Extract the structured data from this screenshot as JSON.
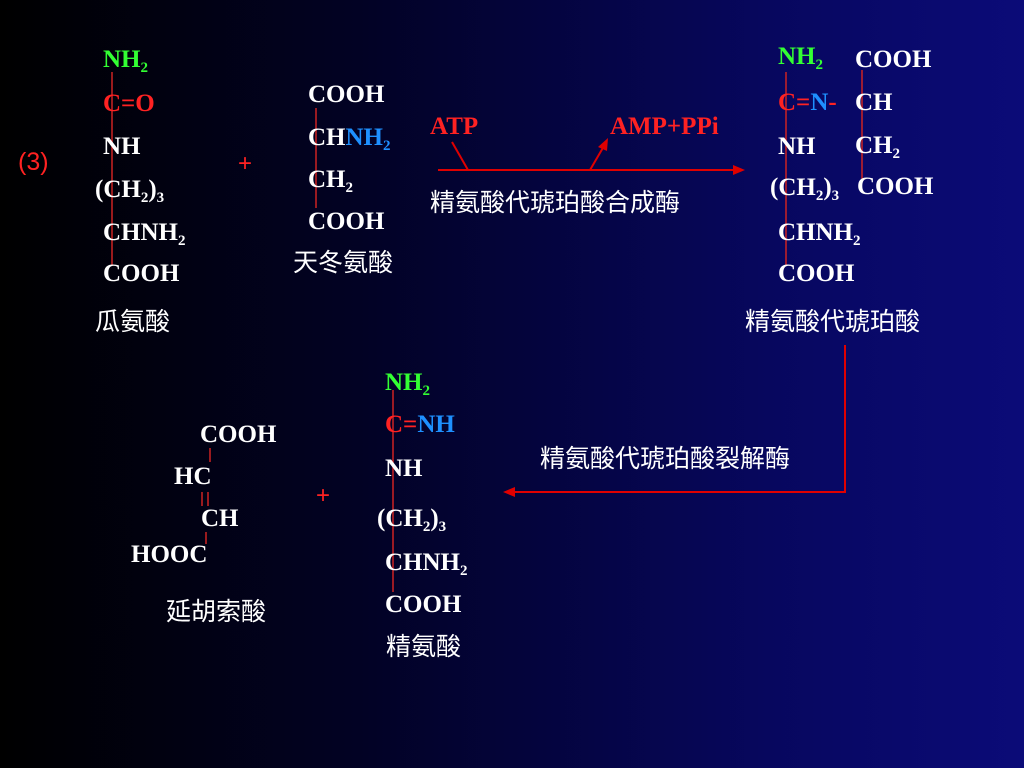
{
  "step_label": "(3)",
  "plus": "+",
  "citrulline": {
    "nh2_main": "NH",
    "nh2_sub": "2",
    "c_eq_o": "C=O",
    "nh": "NH",
    "ch2_open": "(CH",
    "ch2_sub": "2",
    "ch2_close": ")",
    "ch2_n": "3",
    "chnh2_main": "CHNH",
    "chnh2_sub": "2",
    "cooh": "COOH",
    "name": "瓜氨酸"
  },
  "aspartate": {
    "cooh_top": "COOH",
    "ch_main": "CH",
    "nh2_main": "NH",
    "nh2_sub": "2",
    "ch2_main": "CH",
    "ch2_sub": "2",
    "cooh_bottom": "COOH",
    "name": "天冬氨酸"
  },
  "reaction1": {
    "atp": "ATP",
    "amp_ppi": "AMP+PPi",
    "enzyme": "精氨酸代琥珀酸合成酶"
  },
  "argininosuccinate": {
    "nh2_main": "NH",
    "nh2_sub": "2",
    "c_eq": "C=",
    "n": "N",
    "dash": "-",
    "nh": "NH",
    "ch2_open": "(CH",
    "ch2_sub": "2",
    "ch2_close": ")",
    "ch2_n": "3",
    "chnh2_main": "CHNH",
    "chnh2_sub": "2",
    "cooh": "COOH",
    "right_cooh_top": "COOH",
    "right_ch": "CH",
    "right_ch2_main": "CH",
    "right_ch2_sub": "2",
    "right_cooh_bottom": "COOH",
    "name": "精氨酸代琥珀酸"
  },
  "reaction2": {
    "enzyme": "精氨酸代琥珀酸裂解酶"
  },
  "arginine": {
    "nh2_main": "NH",
    "nh2_sub": "2",
    "c_eq": "C=",
    "nh_blue": "NH",
    "nh": "NH",
    "ch2_open": "(CH",
    "ch2_sub": "2",
    "ch2_close": ")",
    "ch2_n": "3",
    "chnh2_main": "CHNH",
    "chnh2_sub": "2",
    "cooh": "COOH",
    "name": "精氨酸"
  },
  "fumarate": {
    "cooh": "COOH",
    "hc": "HC",
    "ch": "CH",
    "hooc": "HOOC",
    "name": "延胡索酸"
  },
  "colors": {
    "amine_green": "#33ff33",
    "carbon_red": "#ff2222",
    "nitrogen_blue": "#1e90ff",
    "bond_line": "#cc2222",
    "arrow": "#e00000"
  }
}
